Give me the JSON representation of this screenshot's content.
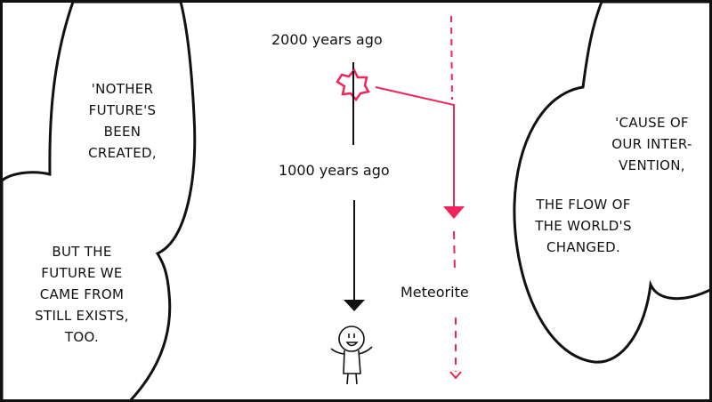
{
  "colors": {
    "ink": "#111111",
    "accent": "#f0245a"
  },
  "bubbles": {
    "left_top": "'NOTHER\nFUTURE'S\nBEEN\nCREATED,",
    "left_bottom": "BUT THE\nFUTURE WE\nCAME FROM\nSTILL EXISTS,\nTOO.",
    "right_top": "'CAUSE OF\nOUR INTER-\nVENTION,",
    "right_bottom": "THE FLOW OF\nTHE WORLD'S\nCHANGED."
  },
  "timeline": {
    "label_2000": "2000 years ago",
    "label_1000": "1000 years ago",
    "label_meteorite": "Meteorite"
  }
}
